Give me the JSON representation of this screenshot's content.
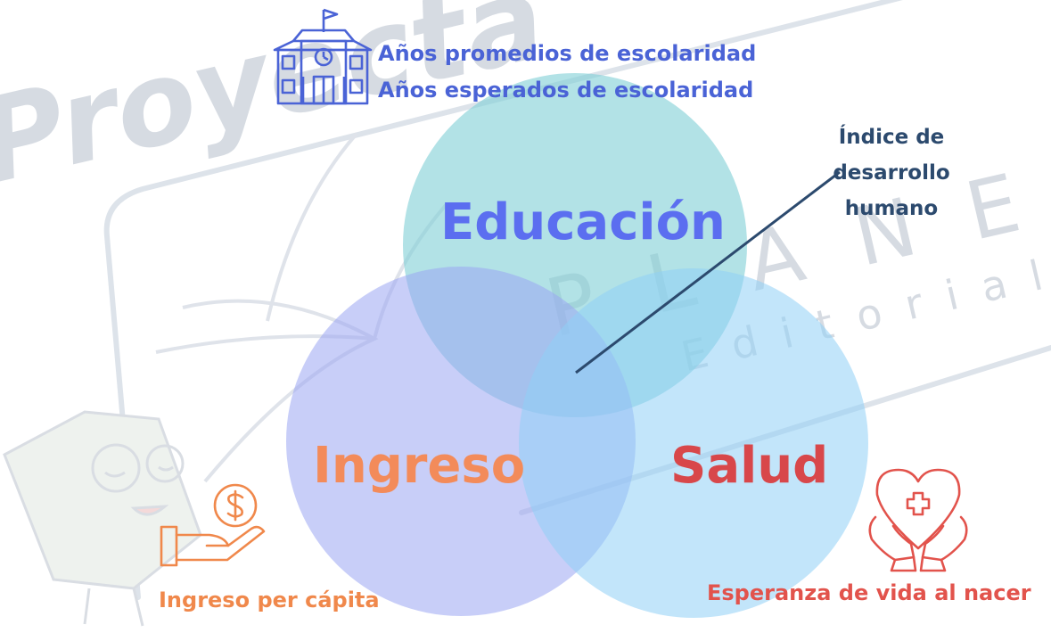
{
  "watermark": {
    "proyecta": "Proyecta",
    "planeta": "PLANETA",
    "editorial": "Editorial"
  },
  "colors": {
    "educacion_circle": "#7fcfd6",
    "ingreso_circle": "#9aa5f3",
    "salud_circle": "#8fd0f5",
    "educacion_text": "#5b6ef0",
    "ingreso_text": "#f38b5a",
    "salud_text": "#d8474a",
    "indicator_blue": "#4a63d6",
    "indicator_orange": "#f0884b",
    "indicator_red": "#e2534c",
    "idh_text": "#2c4a6e",
    "watermark": "#b9c3cf"
  },
  "diagram": {
    "type": "venn",
    "center_label": {
      "line1": "Índice de",
      "line2": "desarrollo",
      "line3": "humano"
    },
    "circles": {
      "educacion": {
        "label": "Educación",
        "icon": "school-building-icon",
        "indicators": [
          "Años promedios de escolaridad",
          "Años esperados de escolaridad"
        ]
      },
      "ingreso": {
        "label": "Ingreso",
        "icon": "hand-coin-icon",
        "indicators": [
          "Ingreso per cápita"
        ]
      },
      "salud": {
        "label": "Salud",
        "icon": "hands-heart-icon",
        "indicators": [
          "Esperanza de vida al nacer"
        ]
      }
    }
  }
}
